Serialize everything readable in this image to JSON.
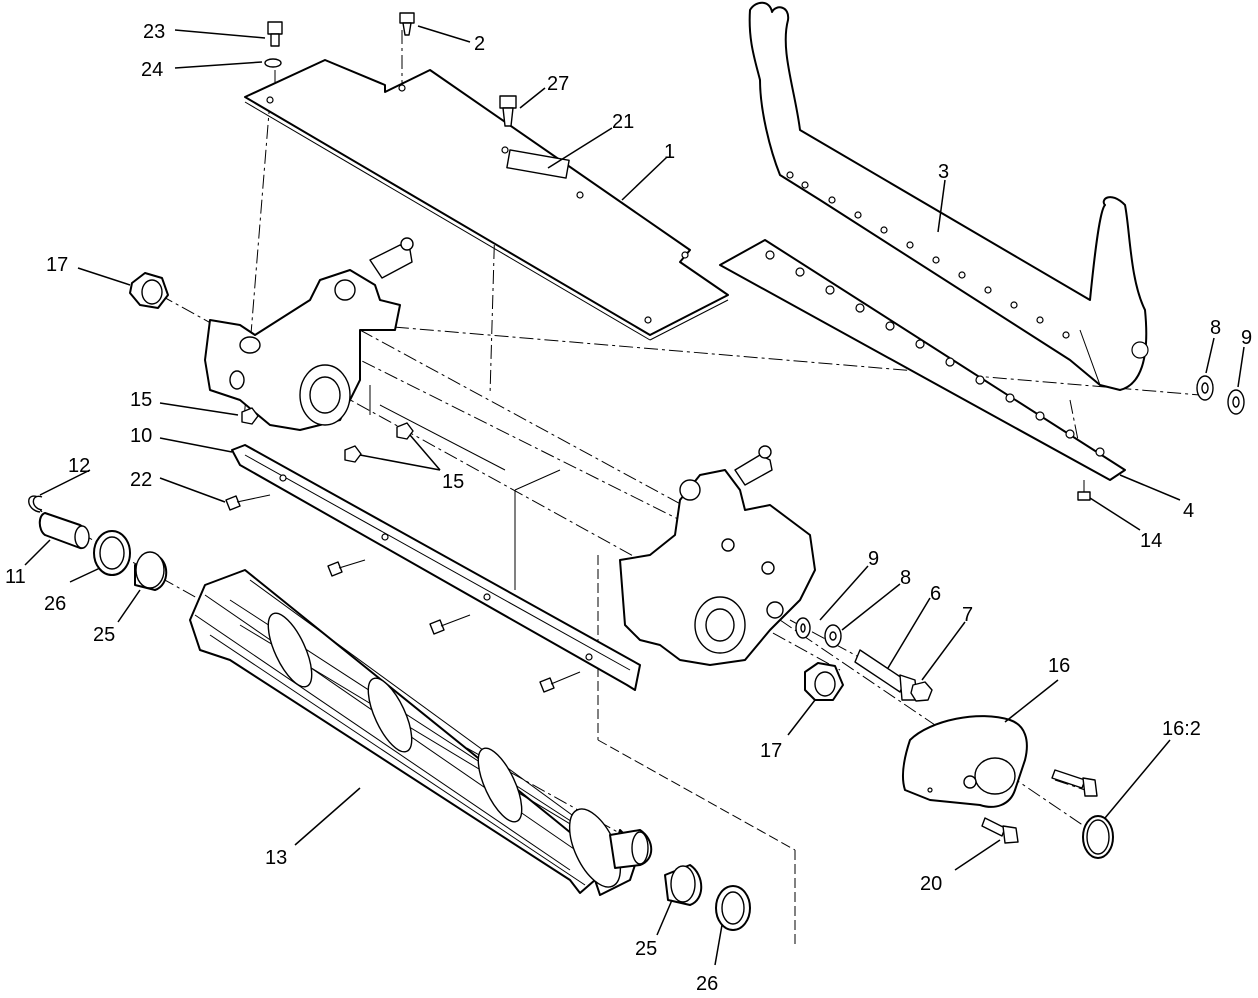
{
  "callouts": {
    "c23": "23",
    "c24": "24",
    "c2": "2",
    "c27": "27",
    "c21": "21",
    "c1": "1",
    "c3": "3",
    "c17a": "17",
    "c8a": "8",
    "c9a": "9",
    "c15a": "15",
    "c10": "10",
    "c12": "12",
    "c22": "22",
    "c15b": "15",
    "c4": "4",
    "c14": "14",
    "c11": "11",
    "c26a": "26",
    "c25a": "25",
    "c9b": "9",
    "c8b": "8",
    "c6": "6",
    "c7": "7",
    "c16": "16",
    "c16b": "16:2",
    "c17b": "17",
    "c13": "13",
    "c20": "20",
    "c25b": "25",
    "c26b": "26"
  },
  "colors": {
    "line": "#000000",
    "background": "#ffffff"
  }
}
